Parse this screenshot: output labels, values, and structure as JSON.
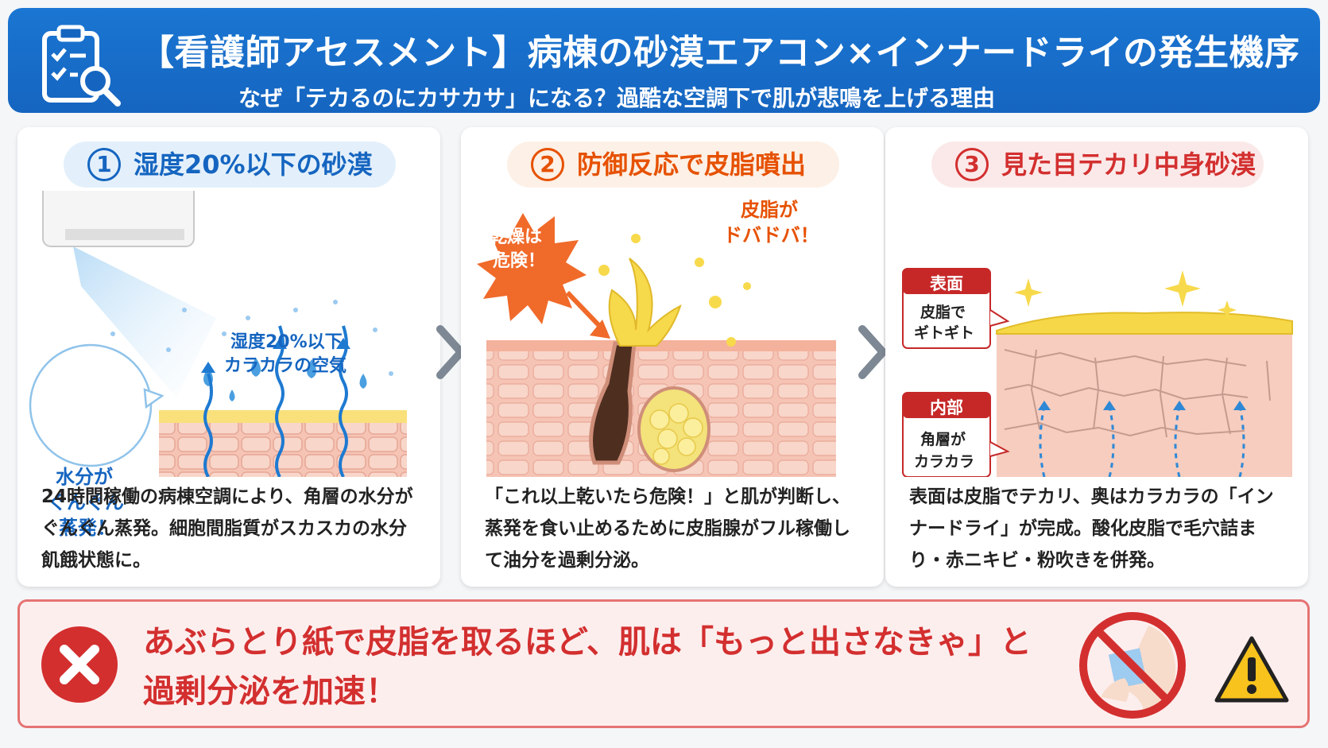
{
  "header": {
    "title": "【看護師アセスメント】病棟の砂漠エアコン×インナードライの発生機序",
    "subtitle": "なぜ「テカるのにカサカサ」になる？過酷な空調下で肌が悲鳴を上げる理由",
    "icon": "clipboard-magnifier-icon"
  },
  "colors": {
    "header_bg": "#1565c0",
    "step1": "#1565c0",
    "step2": "#e65100",
    "step3": "#d32f2f",
    "warning": "#d32f2f"
  },
  "panels": [
    {
      "number": "1",
      "title": "湿度20%以下の砂漠",
      "labels": {
        "air_line1": "湿度20%以下",
        "air_line2": "カラカラの空気",
        "bubble_line1": "水分が",
        "bubble_line2": "ぐんぐん",
        "bubble_line3": "蒸発！"
      },
      "desc": "24時間稼働の病棟空調により、角層の水分がぐんぐん蒸発。細胞間脂質がスカスカの水分飢餓状態に。"
    },
    {
      "number": "2",
      "title": "防御反応で皮脂噴出",
      "labels": {
        "burst_line1": "乾燥は",
        "burst_line2": "危険！",
        "sebum_line1": "皮脂が",
        "sebum_line2": "ドバドバ！"
      },
      "desc": "「これ以上乾いたら危険！」と肌が判断し、蒸発を食い止めるために皮脂腺がフル稼働して油分を過剰分泌。"
    },
    {
      "number": "3",
      "title": "見た目テカリ中身砂漠",
      "labels": {
        "surface_tag": "表面",
        "surface_line1": "皮脂で",
        "surface_line2": "ギトギト",
        "inner_tag": "内部",
        "inner_line1": "角層が",
        "inner_line2": "カラカラ"
      },
      "desc": "表面は皮脂でテカリ、奥はカラカラの「インナードライ」が完成。酸化皮脂で毛穴詰まり・赤ニキビ・粉吹きを併発。"
    }
  ],
  "warning": {
    "line1": "あぶらとり紙で皮脂を取るほど、肌は「もっと出さなきゃ」と",
    "line2": "過剰分泌を加速！",
    "icons": [
      "cross-icon",
      "no-blotting-paper-icon",
      "caution-icon"
    ]
  }
}
